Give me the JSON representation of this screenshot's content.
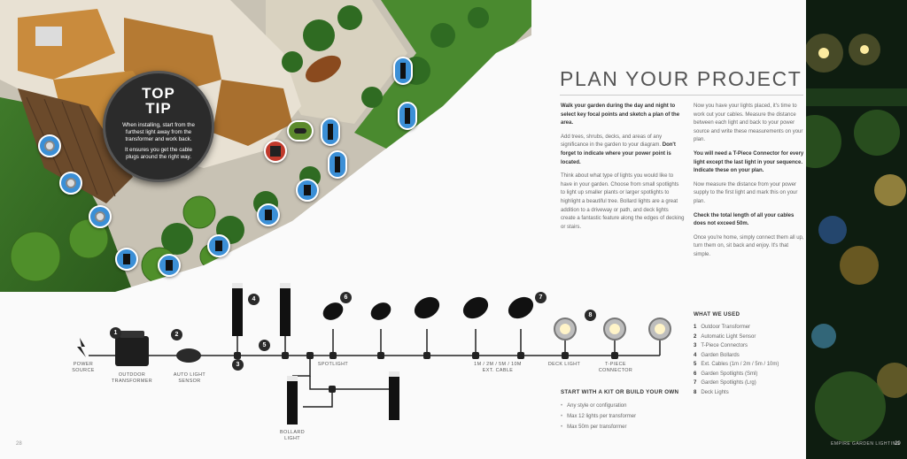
{
  "title": "PLAN YOUR PROJECT",
  "tip": {
    "heading_1": "TOP",
    "heading_2": "TIP",
    "text_1": "When installing, start from the furthest light away from the transformer and work back.",
    "text_2": "It ensures you get the cable plugs around the right way."
  },
  "col1": {
    "p1": "Walk your garden during the day and night to select key focal points and sketch a plan of the area.",
    "p2": "Add trees, shrubs, decks, and areas of any significance in the garden to your diagram.",
    "p2b": "Don't forget to indicate where your power point is located.",
    "p3": "Think about what type of lights you would like to have in your garden. Choose from small spotlights to light up smaller plants or larger spotlights to highlight a beautiful tree. Bollard lights are a great addition to a driveway or path, and deck lights create a fantastic feature along the edges of decking or stairs."
  },
  "col2": {
    "p1": "Now you have your lights placed, it's time to work out your cables. Measure the distance between each light and back to your power source and write these measurements on your plan.",
    "p2": "You will need a T-Piece Connector for every light except the last light in your sequence. Indicate these on your plan.",
    "p3": "Now measure the distance from your power supply to the first light and mark this on your plan.",
    "p4": "Check the total length of all your cables does not exceed 50m.",
    "p5": "Once you're home, simply connect them all up, turn them on, sit back and enjoy. It's that simple."
  },
  "used": {
    "heading": "WHAT WE USED",
    "items": [
      {
        "n": "1",
        "text": "Outdoor Transformer"
      },
      {
        "n": "2",
        "text": "Automatic Light Sensor"
      },
      {
        "n": "3",
        "text": "T-Piece Connectors"
      },
      {
        "n": "4",
        "text": "Garden Bollards"
      },
      {
        "n": "5",
        "text": "Ext. Cables (1m / 2m / 5m / 10m)"
      },
      {
        "n": "6",
        "text": "Garden Spotlights (Sml)"
      },
      {
        "n": "7",
        "text": "Garden Spotlights (Lrg)"
      },
      {
        "n": "8",
        "text": "Deck Lights"
      }
    ]
  },
  "start": {
    "heading": "START WITH A KIT OR BUILD YOUR OWN",
    "items": [
      "Any style or configuration",
      "Max 12 lights per transformer",
      "Max 50m per transformer"
    ]
  },
  "diagram": {
    "power_source": "POWER\nSOURCE",
    "transformer": "OUTDOOR\nTRANSFORMER",
    "sensor": "AUTO LIGHT\nSENSOR",
    "spotlight": "SPOTLIGHT",
    "cable": "1M / 2M / 5M / 10M\nEXT. CABLE",
    "deck": "DECK LIGHT",
    "tpiece": "T-PIECE\nCONNECTOR",
    "bollard": "BOLLARD\nLIGHT",
    "numbers": [
      "1",
      "2",
      "3",
      "4",
      "5",
      "6",
      "7",
      "8"
    ]
  },
  "page_left": "28",
  "page_right": "29",
  "brand": "EMPIRE GARDEN LIGHTING"
}
